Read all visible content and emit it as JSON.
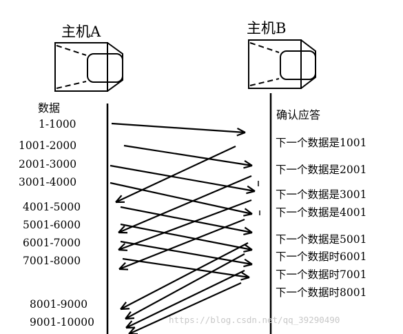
{
  "host_a": {
    "title": "主机A"
  },
  "host_b": {
    "title": "主机B"
  },
  "left_header": "数据",
  "right_header": "确认应答",
  "segments": [
    "1-1000",
    "1001-2000",
    "2001-3000",
    "3001-4000",
    "4001-5000",
    "5001-6000",
    "6001-7000",
    "7001-8000",
    "8001-9000",
    "9001-10000"
  ],
  "acks": [
    "下一个数据是1001",
    "下一个数据是2001",
    "下一个数据是3001",
    "下一个数据是4001",
    "下一个数据是5001",
    "下一个数据时6001",
    "下一个数据时7001",
    "下一个数据时8001"
  ],
  "watermark": "https://blog.csdn.net/qq_39290490"
}
